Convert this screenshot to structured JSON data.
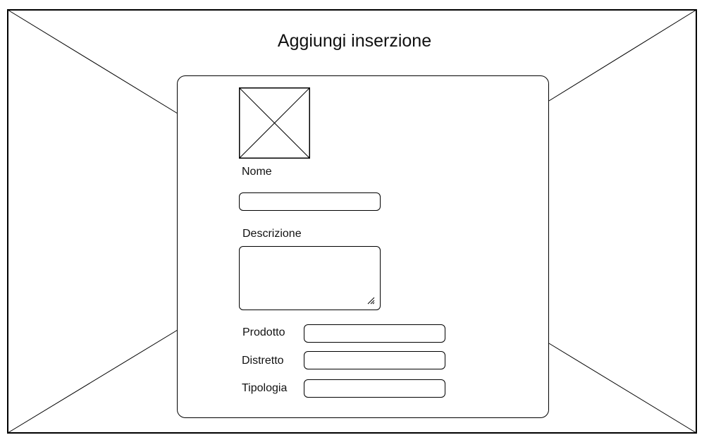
{
  "page": {
    "title": "Aggiungi inserzione"
  },
  "form": {
    "image_placeholder_icon": "image-placeholder-icon",
    "nome": {
      "label": "Nome",
      "value": "",
      "placeholder": ""
    },
    "descrizione": {
      "label": "Descrizione",
      "value": "",
      "placeholder": ""
    },
    "prodotto": {
      "label": "Prodotto",
      "value": "",
      "placeholder": ""
    },
    "distretto": {
      "label": "Distretto",
      "value": "",
      "placeholder": ""
    },
    "tipologia": {
      "label": "Tipologia",
      "value": "",
      "placeholder": ""
    }
  },
  "colors": {
    "stroke": "#000000",
    "background": "#ffffff",
    "text": "#111111"
  }
}
